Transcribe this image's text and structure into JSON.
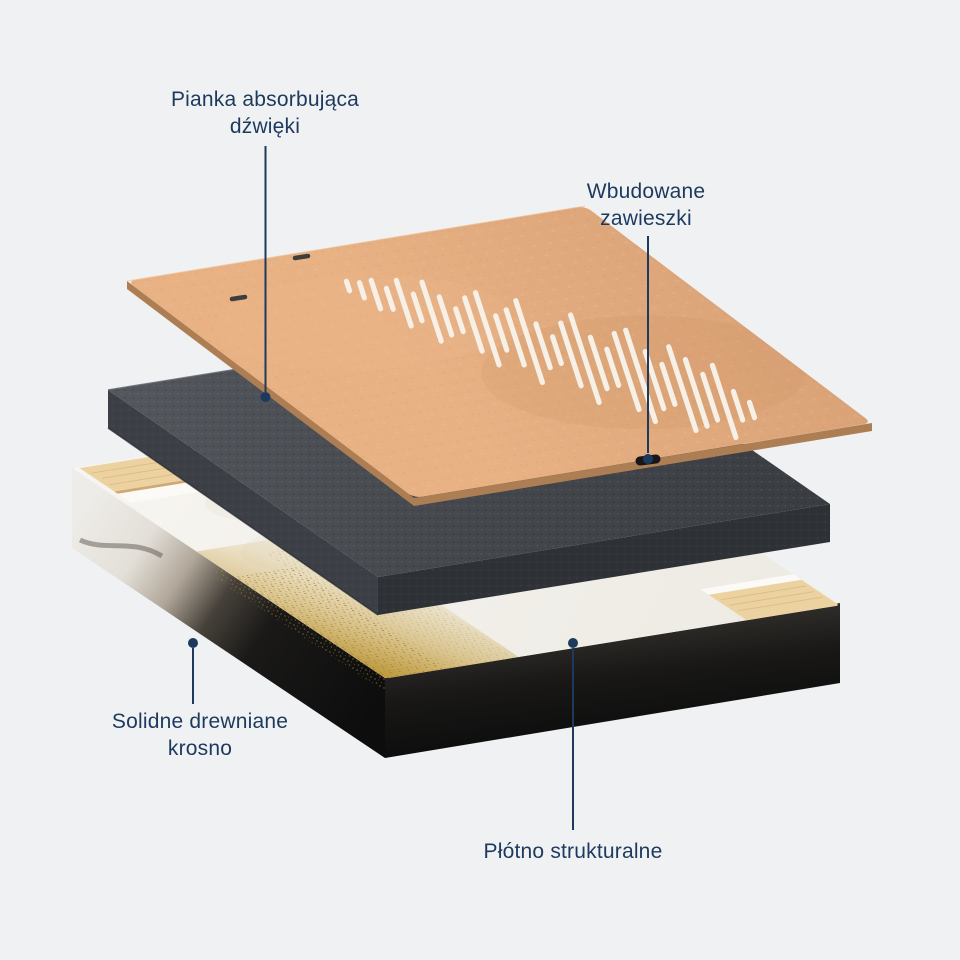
{
  "page": {
    "background_color": "#f0f1f3"
  },
  "labels": {
    "foam": {
      "line1": "Pianka absorbująca",
      "line2": "dźwięki"
    },
    "hangers": {
      "line1": "Wbudowane",
      "line2": "zawieszki"
    },
    "frame": {
      "line1": "Solidne drewniane",
      "line2": "krosno"
    },
    "canvas": {
      "line1": "Płótno strukturalne"
    }
  },
  "style": {
    "accent_color": "#1d3a5e",
    "board_color": "#d9a176",
    "foam_color": "#44474c",
    "canvas_color": "#f4f2ee",
    "gold_color": "#bf9a35",
    "wood_color": "#ecd2a0",
    "frame_side_color": "#111111"
  },
  "soundwave": {
    "slot_color": "#f6f0e7",
    "slot_lengths": [
      10,
      16,
      30,
      22,
      48,
      28,
      62,
      40,
      24,
      56,
      76,
      36,
      58,
      86,
      46,
      28,
      66,
      92,
      54,
      38,
      80,
      96,
      60,
      42,
      88,
      70,
      48,
      76,
      30,
      16
    ]
  }
}
